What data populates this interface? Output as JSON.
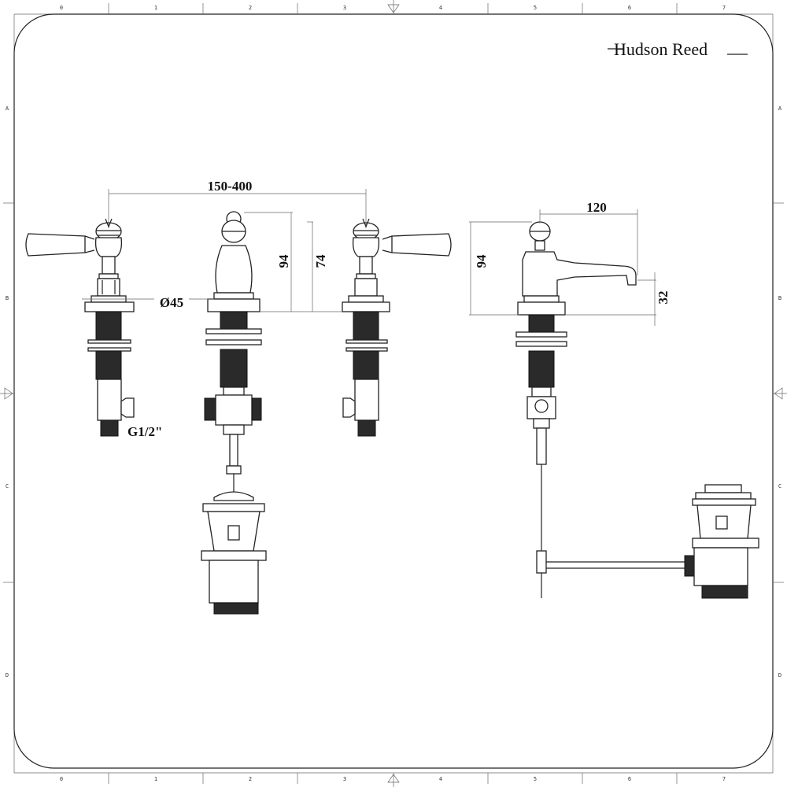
{
  "brand": {
    "name": "Hudson Reed"
  },
  "ruler": {
    "columns": [
      "0",
      "1",
      "2",
      "3",
      "4",
      "5",
      "6",
      "7"
    ],
    "rows": [
      "A",
      "B",
      "C",
      "D"
    ]
  },
  "dimensions": {
    "spacing": "150-400",
    "base_diameter": "Ø45",
    "connection": "G1/2\"",
    "handle_height": "94",
    "spout_height_mid": "74",
    "tap_height": "94",
    "spout_reach": "120",
    "spout_outlet": "32"
  },
  "colors": {
    "line": "#222222",
    "thread": "#2a2a2a",
    "background": "#ffffff"
  }
}
